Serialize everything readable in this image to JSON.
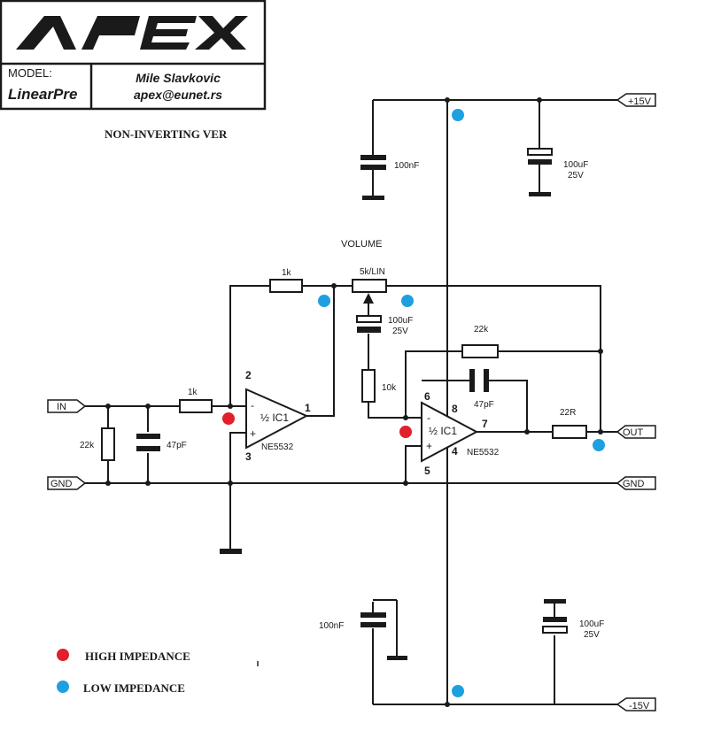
{
  "header": {
    "logo": "APEX",
    "model_label": "MODEL:",
    "model_value": "LinearPre",
    "author": "Mile Slavkovic",
    "email": "apex@eunet.rs"
  },
  "title": "NON-INVERTING VER",
  "ports": {
    "plus_supply": "+15V",
    "minus_supply": "-15V",
    "input": "IN",
    "output": "OUT",
    "gnd_left": "GND",
    "gnd_right": "GND"
  },
  "volume_label": "VOLUME",
  "components": {
    "c_top_100n": "100nF",
    "c_top_100u": "100uF",
    "c_top_100u_v": "25V",
    "r_1k_top": "1k",
    "pot": "5k/LIN",
    "c_coupling": "100uF",
    "c_coupling_v": "25V",
    "r_22k_fb": "22k",
    "r_10k": "10k",
    "c_47p_fb": "47pF",
    "r_1k_in": "1k",
    "r_22k_in": "22k",
    "c_47p_in": "47pF",
    "r_22r": "22R",
    "c_bot_100n": "100nF",
    "c_bot_100u": "100uF",
    "c_bot_100u_v": "25V"
  },
  "ic1": {
    "name": "½ IC1",
    "part": "NE5532",
    "pin_minus": "2",
    "pin_plus": "3",
    "pin_out": "1",
    "minus_sign": "-",
    "plus_sign": "+"
  },
  "ic2": {
    "name": "½ IC1",
    "part": "NE5532",
    "pin_minus": "6",
    "pin_plus": "5",
    "pin_out": "7",
    "pin_vplus": "8",
    "pin_vminus": "4",
    "minus_sign": "-",
    "plus_sign": "+"
  },
  "legend": {
    "high": {
      "label": "HIGH IMPEDANCE",
      "color": "#e0202a"
    },
    "low": {
      "label": "LOW IMPEDANCE",
      "color": "#1ea0e0"
    }
  }
}
